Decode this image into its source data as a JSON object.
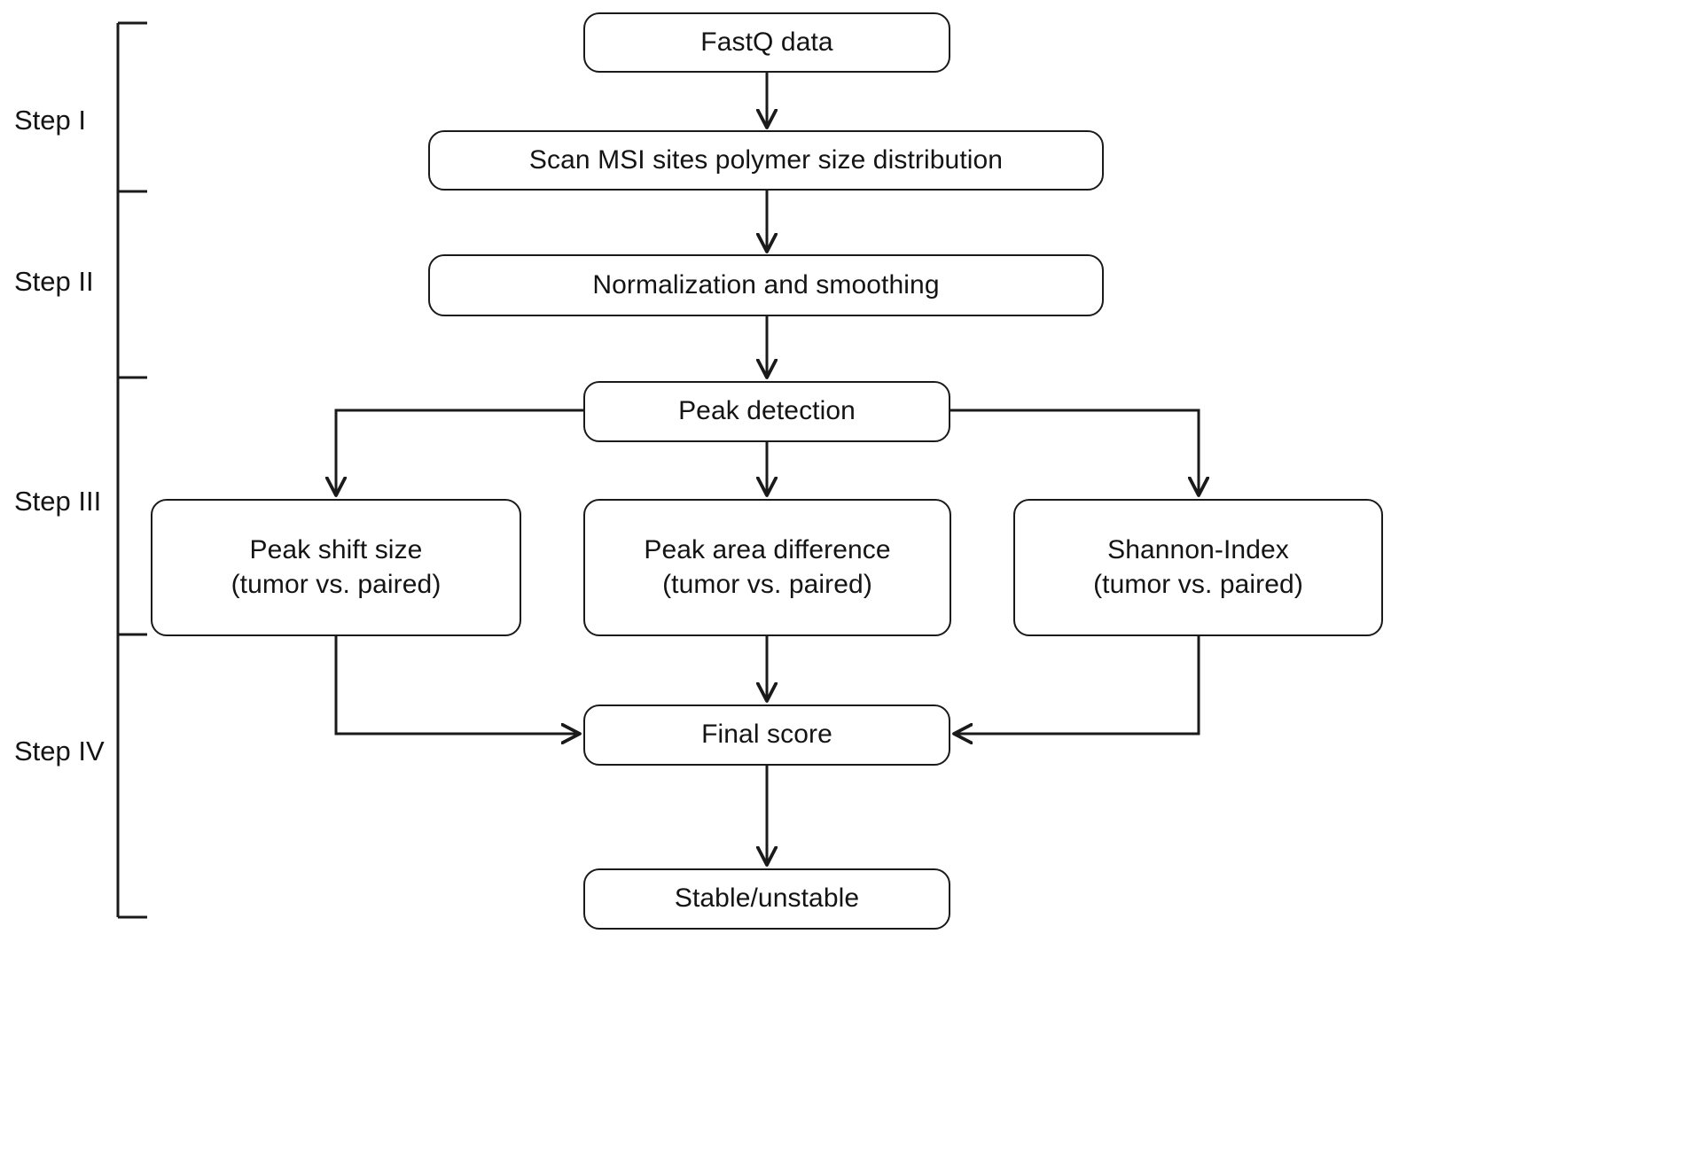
{
  "figure": {
    "type": "flowchart",
    "orientation": "top-to-bottom",
    "background_color": "#ffffff",
    "line_color": "#1a1a1a",
    "text_color": "#141414"
  },
  "steps": [
    {
      "id": "step-1",
      "label": "Step I"
    },
    {
      "id": "step-2",
      "label": "Step II"
    },
    {
      "id": "step-3",
      "label": "Step III"
    },
    {
      "id": "step-4",
      "label": "Step IV"
    }
  ],
  "nodes": [
    {
      "id": "fastq-data",
      "line1": "FastQ data",
      "line2": "",
      "step": "Step I"
    },
    {
      "id": "scan-msi-sites",
      "line1": "Scan MSI sites polymer size distribution",
      "line2": "",
      "step": "Step I"
    },
    {
      "id": "normalization-smoothing",
      "line1": "Normalization and smoothing",
      "line2": "",
      "step": "Step II"
    },
    {
      "id": "peak-detection",
      "line1": "Peak detection",
      "line2": "",
      "step": "Step III"
    },
    {
      "id": "peak-shift-size",
      "line1": "Peak shift size",
      "line2": "(tumor vs. paired)",
      "step": "Step III"
    },
    {
      "id": "peak-area-difference",
      "line1": "Peak area difference",
      "line2": "(tumor vs. paired)",
      "step": "Step III"
    },
    {
      "id": "shannon-index",
      "line1": "Shannon-Index",
      "line2": "(tumor vs. paired)",
      "step": "Step III"
    },
    {
      "id": "final-score",
      "line1": "Final score",
      "line2": "",
      "step": "Step IV"
    },
    {
      "id": "stable-unstable",
      "line1": "Stable/unstable",
      "line2": "",
      "step": "Step IV"
    }
  ],
  "edges": [
    {
      "from": "fastq-data",
      "to": "scan-msi-sites"
    },
    {
      "from": "scan-msi-sites",
      "to": "normalization-smoothing"
    },
    {
      "from": "normalization-smoothing",
      "to": "peak-detection"
    },
    {
      "from": "peak-detection",
      "to": "peak-shift-size"
    },
    {
      "from": "peak-detection",
      "to": "peak-area-difference"
    },
    {
      "from": "peak-detection",
      "to": "shannon-index"
    },
    {
      "from": "peak-shift-size",
      "to": "final-score"
    },
    {
      "from": "peak-area-difference",
      "to": "final-score"
    },
    {
      "from": "shannon-index",
      "to": "final-score"
    },
    {
      "from": "final-score",
      "to": "stable-unstable"
    }
  ]
}
